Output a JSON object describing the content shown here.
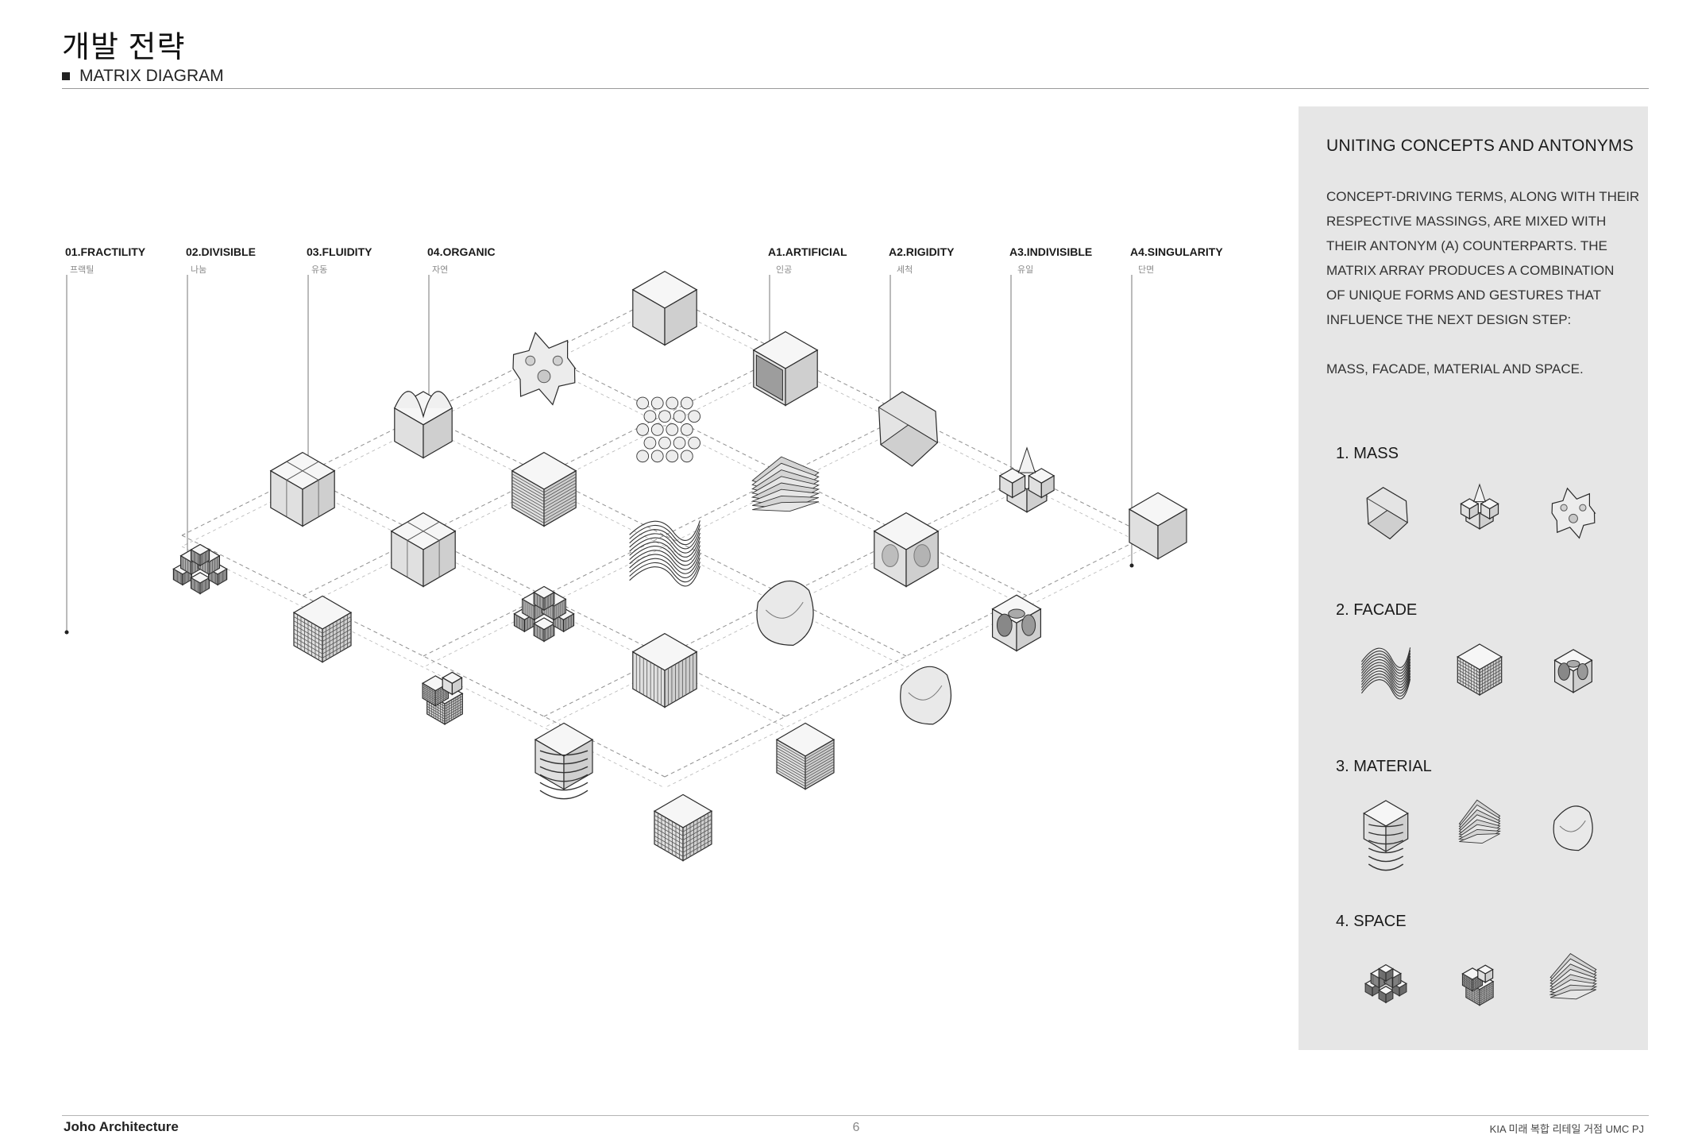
{
  "header": {
    "title": "개발 전략",
    "subtitle": "MATRIX DIAGRAM"
  },
  "concepts": [
    {
      "label": "01.FRACTILITY",
      "sub": "프랙틸"
    },
    {
      "label": "02.DIVISIBLE",
      "sub": "나눔"
    },
    {
      "label": "03.FLUIDITY",
      "sub": "유동"
    },
    {
      "label": "04.ORGANIC",
      "sub": "자연"
    }
  ],
  "antonyms": [
    {
      "label": "A1.ARTIFICIAL",
      "sub": "인공"
    },
    {
      "label": "A2.RIGIDITY",
      "sub": "세척"
    },
    {
      "label": "A3.INDIVISIBLE",
      "sub": "유일"
    },
    {
      "label": "A4.SINGULARITY",
      "sub": "단면"
    }
  ],
  "panel": {
    "title": "UNITING CONCEPTS AND ANTONYMS",
    "body": [
      "CONCEPT-DRIVING TERMS, ALONG WITH THEIR",
      "RESPECTIVE MASSINGS, ARE MIXED WITH",
      "THEIR ANTONYM (A) COUNTERPARTS. THE",
      "MATRIX ARRAY PRODUCES A COMBINATION",
      "OF UNIQUE FORMS AND GESTURES THAT",
      "INFLUENCE THE NEXT DESIGN STEP:"
    ],
    "summary": "MASS, FACADE, MATERIAL AND SPACE.",
    "categories": [
      {
        "label": "1. MASS"
      },
      {
        "label": "2. FACADE"
      },
      {
        "label": "3. MATERIAL"
      },
      {
        "label": "4. SPACE"
      }
    ]
  },
  "footer": {
    "brand": "Joho Architecture",
    "page": "6",
    "project": "KIA 미래 복합 리테일 거점 UMC PJ"
  },
  "colors": {
    "panel": "#e6e6e6",
    "grid": "#9a9a9a",
    "ink": "#1c1c1c"
  }
}
